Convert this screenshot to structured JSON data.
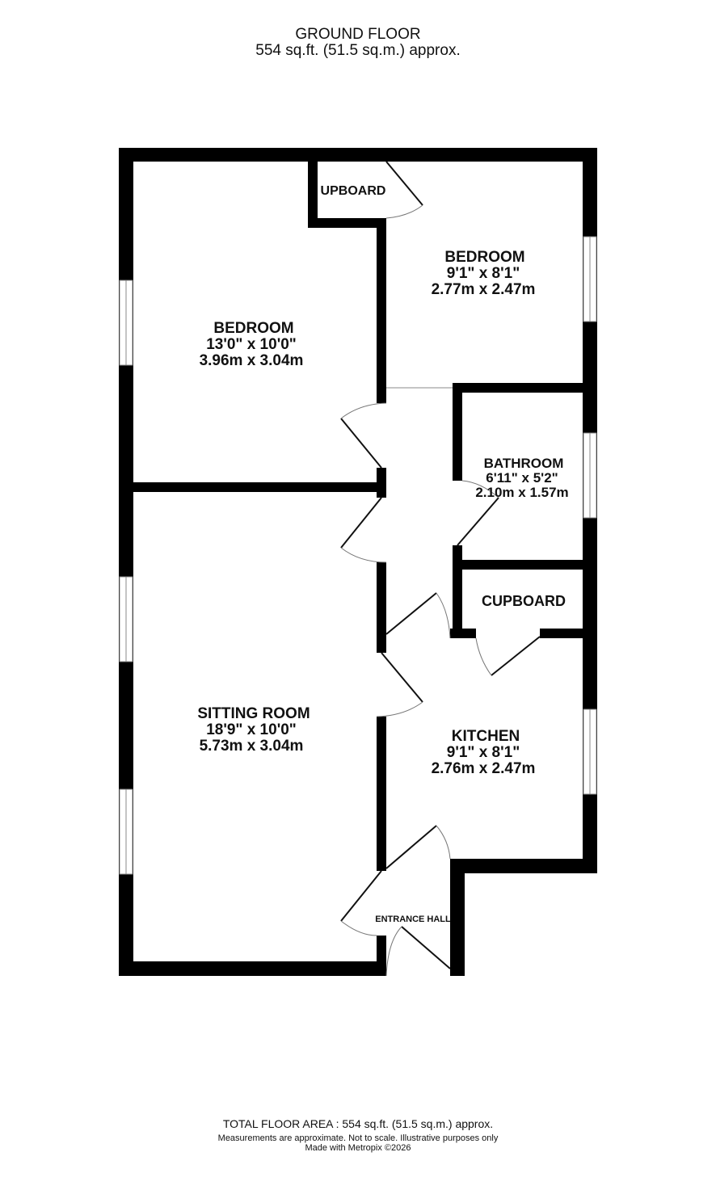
{
  "header": {
    "floor": "GROUND FLOOR",
    "area": "554 sq.ft. (51.5 sq.m.) approx."
  },
  "rooms": {
    "bedroom1": {
      "name": "BEDROOM",
      "imperial": "13'0\"  x 10'0\"",
      "metric": "3.96m  x 3.04m"
    },
    "bedroom2": {
      "name": "BEDROOM",
      "imperial": "9'1\"  x 8'1\"",
      "metric": "2.77m  x 2.47m"
    },
    "cupboard1": {
      "name": "UPBOARD"
    },
    "bathroom": {
      "name": "BATHROOM",
      "imperial": "6'11\"  x 5'2\"",
      "metric": "2.10m  x 1.57m"
    },
    "cupboard2": {
      "name": "CUPBOARD"
    },
    "sitting": {
      "name": "SITTING ROOM",
      "imperial": "18'9\"  x 10'0\"",
      "metric": "5.73m  x 3.04m"
    },
    "kitchen": {
      "name": "KITCHEN",
      "imperial": "9'1\"  x 8'1\"",
      "metric": "2.76m  x 2.47m"
    },
    "hall": {
      "name": "ENTRANCE HALL"
    }
  },
  "footer": {
    "total": "TOTAL FLOOR AREA : 554 sq.ft. (51.5 sq.m.) approx.",
    "disclaimer": "Measurements are approximate.  Not to scale.  Illustrative purposes only",
    "credit": "Made with Metropix ©2026"
  }
}
